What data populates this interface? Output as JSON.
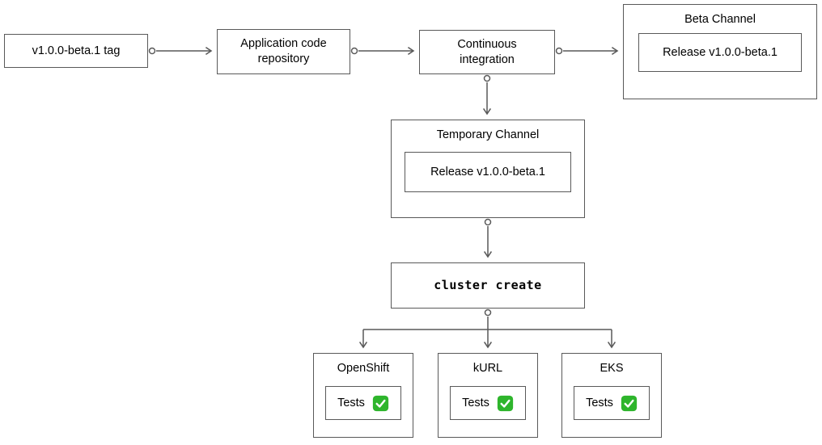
{
  "colors": {
    "border": "#595959",
    "background": "#ffffff",
    "text": "#000000",
    "check_green": "#2eb52c",
    "check_mark": "#ffffff"
  },
  "icons": {
    "check": {
      "name": "check-icon",
      "glyph": "✅",
      "color": "#2eb52c"
    }
  },
  "nodes": {
    "tag": {
      "label": "v1.0.0-beta.1 tag"
    },
    "repo": {
      "label": "Application code\nrepository"
    },
    "ci": {
      "label": "Continuous\nintegration"
    },
    "beta_channel": {
      "title": "Beta Channel",
      "release_label": "Release v1.0.0-beta.1"
    },
    "temporary_channel": {
      "title": "Temporary Channel",
      "release_label": "Release v1.0.0-beta.1"
    },
    "cluster_create": {
      "label": "cluster create"
    },
    "openshift": {
      "title": "OpenShift",
      "tests_label": "Tests"
    },
    "kurl": {
      "title": "kURL",
      "tests_label": "Tests"
    },
    "eks": {
      "title": "EKS",
      "tests_label": "Tests"
    }
  }
}
